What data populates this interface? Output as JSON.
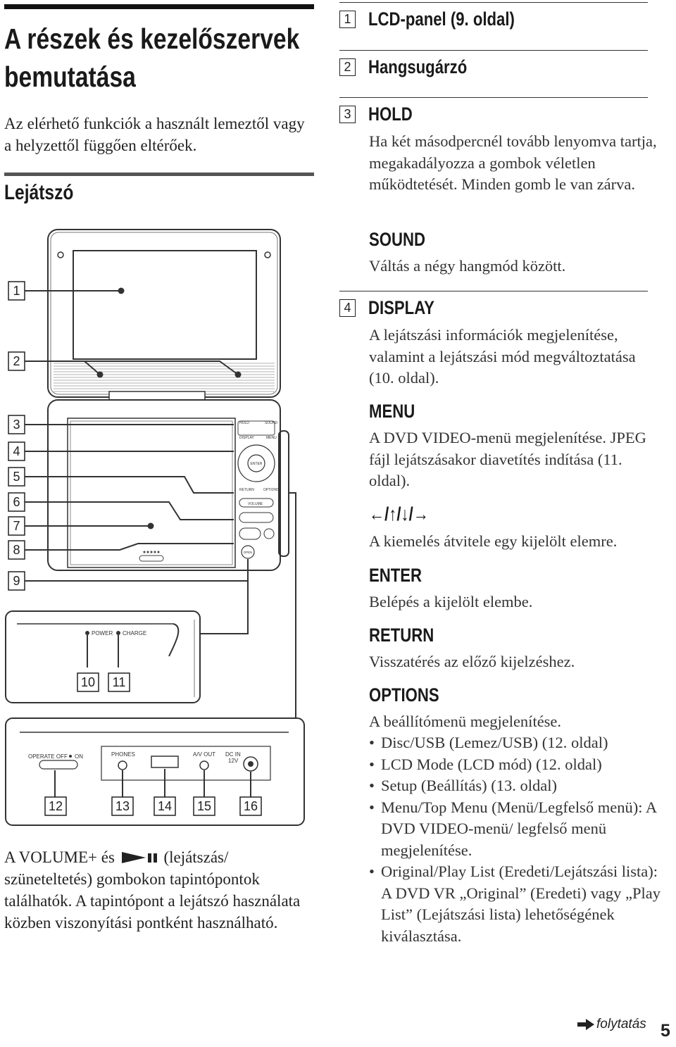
{
  "title": "A részek és kezelőszervek bemutatása",
  "intro": "Az elérhető funkciók a használt lemeztől vagy a helyzettől függően eltérőek.",
  "section": "Lejátszó",
  "figure": {
    "callouts": [
      "1",
      "2",
      "3",
      "4",
      "5",
      "6",
      "7",
      "8",
      "9",
      "10",
      "11",
      "12",
      "13",
      "14",
      "15",
      "16"
    ],
    "labels": {
      "hold": "HOLD",
      "sound": "SOUND",
      "display": "DISPLAY",
      "menu": "MENU",
      "enter": "ENTER",
      "return": "RETURN",
      "options": "OPTIONS",
      "volume": "VOLUME",
      "open": "OPEN",
      "power": "POWER",
      "charge": "CHARGE",
      "operate": "OPERATE OFF",
      "on": "ON",
      "phones": "PHONES",
      "av_out": "A/V OUT",
      "dc_in": "DC IN",
      "dc_volts": "12V"
    }
  },
  "tactile_note": {
    "part1": "A VOLUME+ és",
    "part2": "(lejátszás/ szüneteltetés) gombokon tapintópontok találhatók. A tapintópont a lejátszó használata közben viszonyítási pontként használható."
  },
  "entries": {
    "e1": {
      "num": "1",
      "title": "LCD-panel (9. oldal)"
    },
    "e2": {
      "num": "2",
      "title": "Hangsugárzó"
    },
    "e3": {
      "num": "3",
      "title": "HOLD",
      "desc": "Ha két másodpercnél tovább lenyomva tartja, megakadályozza a gombok véletlen működtetését. Minden gomb le van zárva.",
      "sub_title": "SOUND",
      "sub_desc": "Váltás a négy hangmód között."
    },
    "e4": {
      "num": "4",
      "title": "DISPLAY",
      "desc": "A lejátszási információk megjelenítése, valamint a lejátszási mód megváltoztatása (10. oldal).",
      "menu_title": "MENU",
      "menu_desc": "A DVD VIDEO-menü megjelenítése. JPEG fájl lejátszásakor diavetítés indítása (11. oldal).",
      "arrows": "←/↑/↓/→",
      "arrows_desc": "A kiemelés átvitele egy kijelölt elemre.",
      "enter_title": "ENTER",
      "enter_desc": "Belépés a kijelölt elembe.",
      "return_title": "RETURN",
      "return_desc": "Visszatérés az előző kijelzéshez.",
      "options_title": "OPTIONS",
      "options_desc": "A beállítómenü megjelenítése.",
      "options_items": [
        "Disc/USB (Lemez/USB) (12. oldal)",
        "LCD Mode (LCD mód) (12. oldal)",
        "Setup (Beállítás) (13. oldal)",
        "Menu/Top Menu (Menü/Legfelső menü): A DVD VIDEO-menü/ legfelső menü megjelenítése.",
        "Original/Play List (Eredeti/Lejátszási lista): A DVD VR „Original” (Eredeti) vagy „Play List” (Lejátszási lista) lehetőségének kiválasztása."
      ]
    }
  },
  "footer": {
    "continue": "folytatás",
    "page": "5"
  }
}
